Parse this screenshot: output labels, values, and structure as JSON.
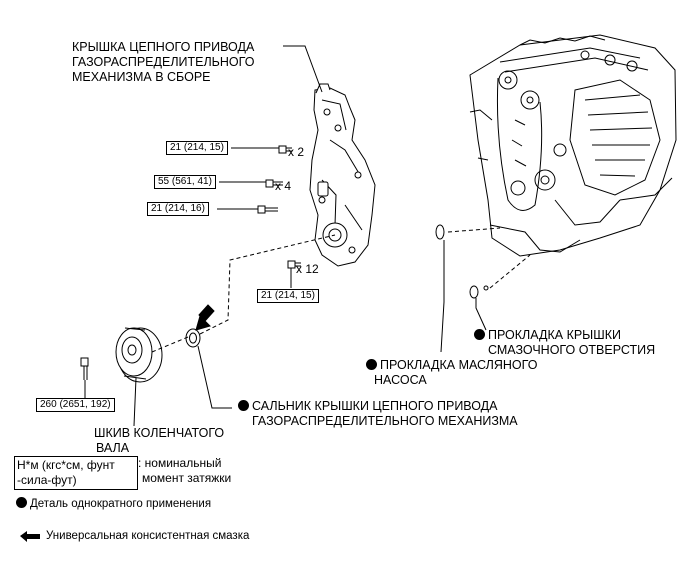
{
  "labels": {
    "cover_line1": "КРЫШКА ЦЕПНОГО ПРИВОДА",
    "cover_line2": "ГАЗОРАСПРЕДЕЛИТЕЛЬНОГО",
    "cover_line3": "МЕХАНИЗМА В СБОРЕ",
    "oil_hole_gasket_line1": "ПРОКЛАДКА КРЫШКИ",
    "oil_hole_gasket_line2": "СМАЗОЧНОГО ОТВЕРСТИЯ",
    "oil_pump_gasket_line1": "ПРОКЛАДКА МАСЛЯНОГО",
    "oil_pump_gasket_line2": "НАСОСА",
    "oil_seal_line1": "САЛЬНИК КРЫШКИ ЦЕПНОГО ПРИВОДА",
    "oil_seal_line2": "ГАЗОРАСПРЕДЕЛИТЕЛЬНОГО МЕХАНИЗМА",
    "pulley_line1": "ШКИВ КОЛЕНЧАТОГО",
    "pulley_line2": "ВАЛА"
  },
  "torques": {
    "t1": "21 (214, 15)",
    "t2": "55 (561, 41)",
    "t3": "21 (214, 16)",
    "t4": "21 (214, 15)",
    "t5": "260 (2651, 192)"
  },
  "multipliers": {
    "m1": "x 2",
    "m2": "x 4",
    "m3": "x 12"
  },
  "legend": {
    "unit_line1": "Н*м (кгс*см, фунт",
    "unit_line2": "-сила-фут)",
    "unit_desc_line1": ": номинальный",
    "unit_desc_line2": "момент затяжки",
    "non_reusable": "Деталь однократного применения",
    "grease": "Универсальная консистентная смазка"
  }
}
